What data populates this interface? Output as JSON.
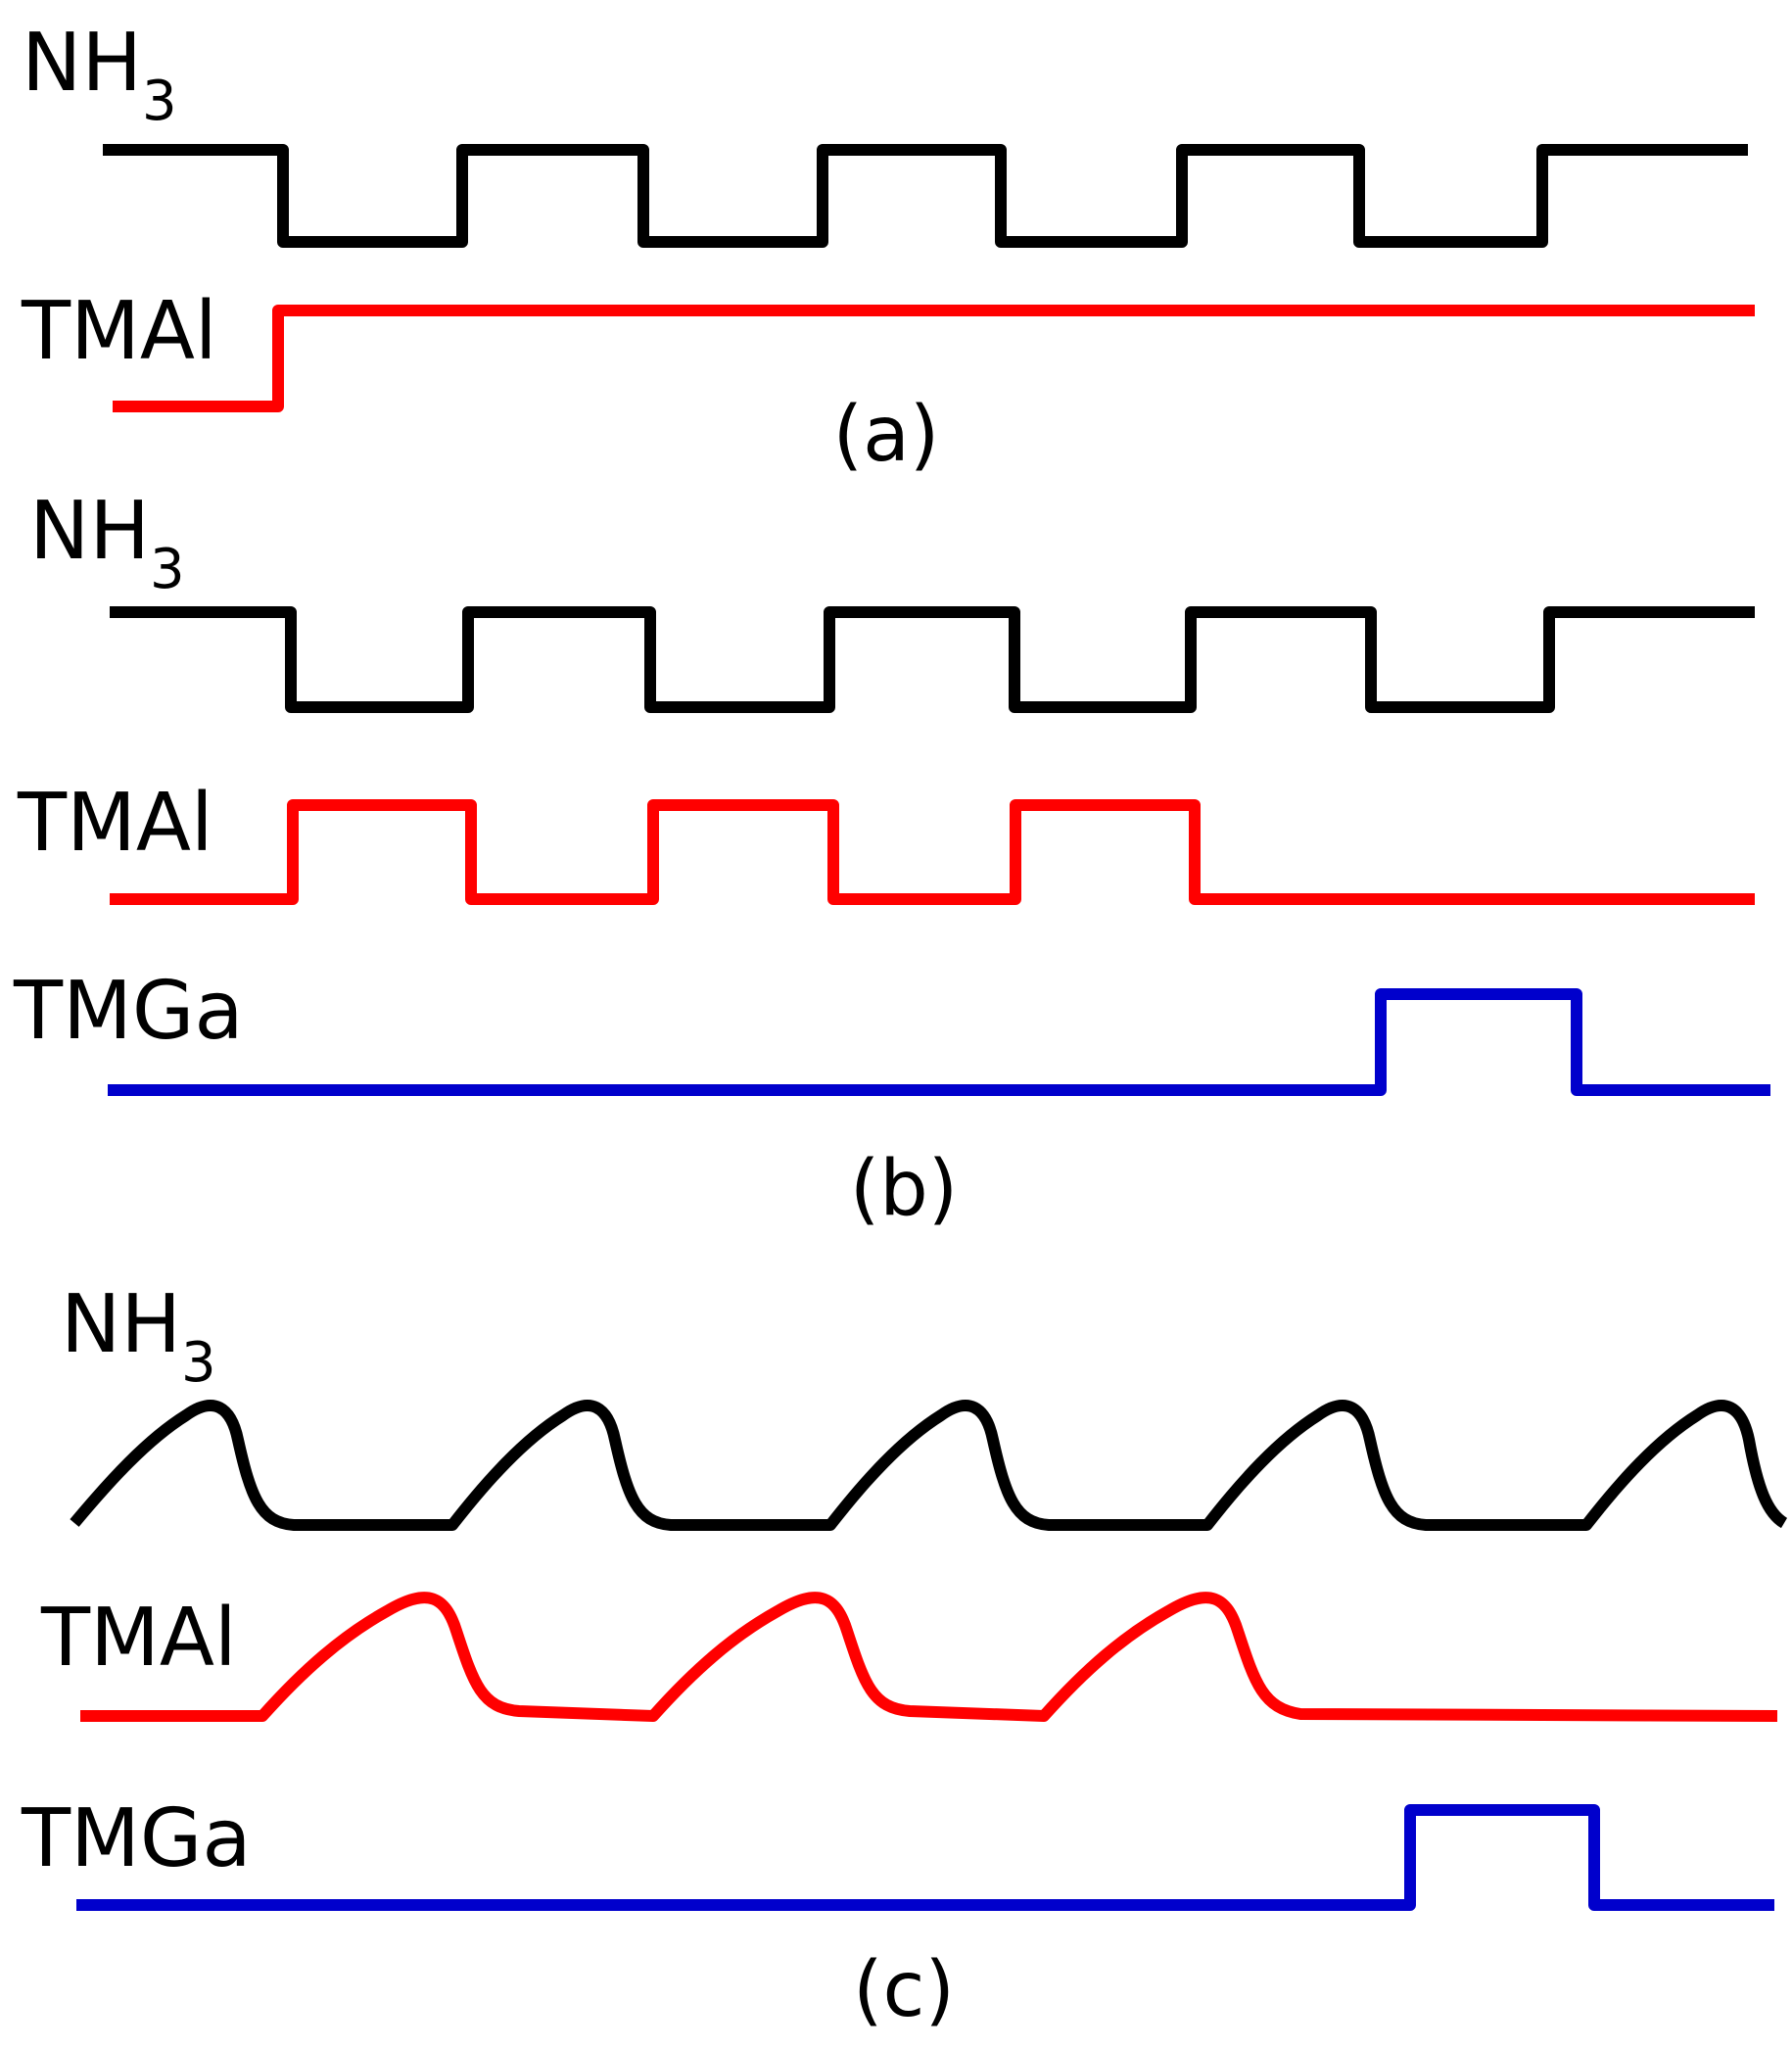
{
  "panels": [
    {
      "caption": "(a)",
      "signals": [
        {
          "label": "NH",
          "subscript": "3",
          "color": "#000000",
          "shape": "pulse-train",
          "pulses_high": [
            [
              0,
              1
            ],
            [
              2,
              3
            ],
            [
              4,
              5
            ],
            [
              6,
              7
            ],
            [
              8,
              9
            ]
          ]
        },
        {
          "label": "TMAl",
          "color": "#ff0000",
          "shape": "step-up",
          "pulses_high": [
            [
              1,
              9
            ]
          ]
        }
      ]
    },
    {
      "caption": "(b)",
      "signals": [
        {
          "label": "NH",
          "subscript": "3",
          "color": "#000000",
          "shape": "pulse-train",
          "pulses_high": [
            [
              0,
              1
            ],
            [
              2,
              3
            ],
            [
              4,
              5
            ],
            [
              6,
              7
            ],
            [
              8,
              9
            ]
          ]
        },
        {
          "label": "TMAl",
          "color": "#ff0000",
          "shape": "pulse-train",
          "pulses_high": [
            [
              1,
              2
            ],
            [
              3,
              4
            ],
            [
              5,
              6
            ]
          ]
        },
        {
          "label": "TMGa",
          "color": "#0000cc",
          "shape": "pulse-train",
          "pulses_high": [
            [
              7,
              8
            ]
          ]
        }
      ]
    },
    {
      "caption": "(c)",
      "signals": [
        {
          "label": "NH",
          "subscript": "3",
          "color": "#000000",
          "shape": "smooth-pulse-train",
          "pulse_count": 5
        },
        {
          "label": "TMAl",
          "color": "#ff0000",
          "shape": "smooth-pulse-train",
          "pulse_count": 3
        },
        {
          "label": "TMGa",
          "color": "#0000cc",
          "shape": "pulse-train",
          "pulses_high": [
            [
              7,
              8
            ]
          ]
        }
      ]
    }
  ]
}
